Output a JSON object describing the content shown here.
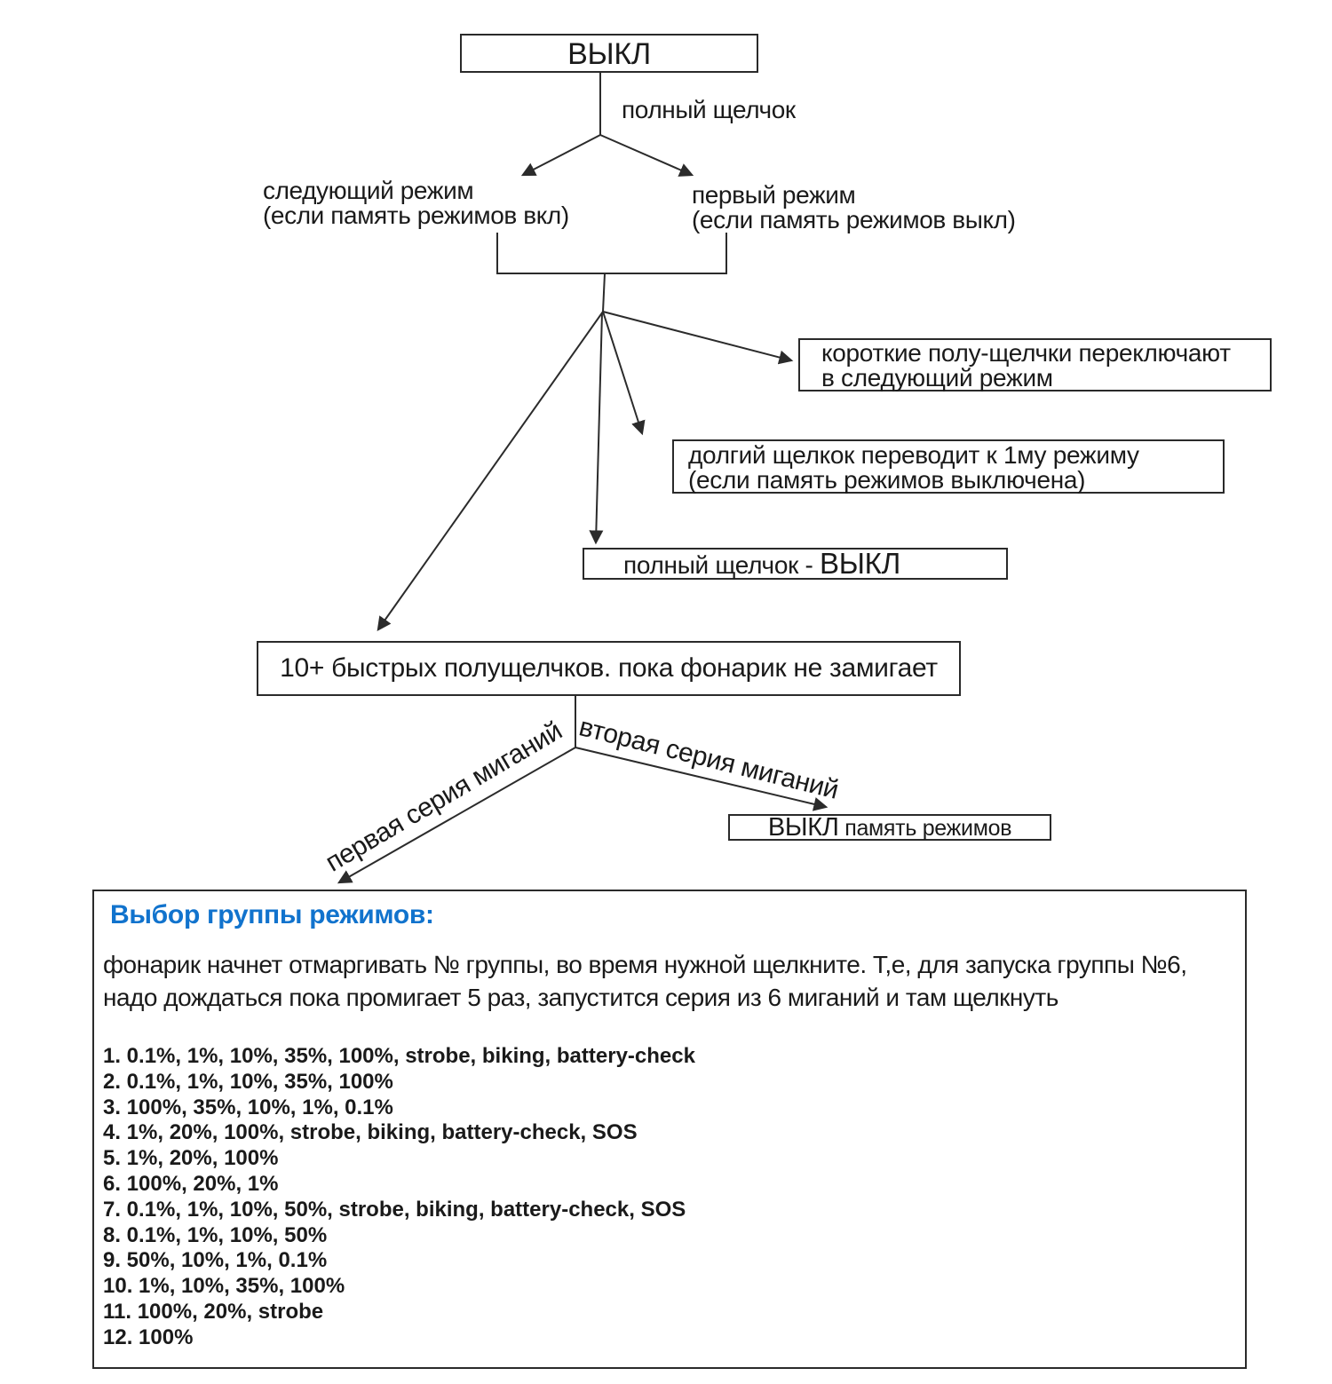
{
  "colors": {
    "line": "#2b2b2b",
    "text": "#1a1a1a",
    "accent_blue": "#1173cd"
  },
  "flowchart": {
    "off_box": "ВЫКЛ",
    "full_click_label": "полный щелчок",
    "next_mode_line1": "следующий режим",
    "next_mode_line2": "(если память режимов вкл)",
    "first_mode_line1": "первый режим",
    "first_mode_line2": "(если память режимов выкл)",
    "short_clicks_line1": "короткие полу-щелчки переключают",
    "short_clicks_line2": "в следующий режим",
    "long_click_line1": "долгий щелкок переводит к 1му режиму",
    "long_click_line2": "(если память режимов выключена)",
    "full_click_off_prefix": "полный щелчок - ",
    "full_click_off_strong": "ВЫКЛ",
    "rapid_clicks_box": "10+ быстрых полущелчков. пока фонарик не замигает",
    "first_series_label": "первая серия миганий",
    "second_series_label": "вторая серия миганий",
    "memory_off_strong": "ВЫКЛ",
    "memory_off_rest": " память режимов"
  },
  "group_box": {
    "title": "Выбор группы режимов:",
    "description_line1": "фонарик начнет отмаргивать № группы, во время нужной щелкните. Т,е, для запуска группы №6,",
    "description_line2": "надо дождаться пока промигает 5 раз, запустится серия из 6 миганий и там щелкнуть",
    "groups": [
      "1. 0.1%, 1%, 10%, 35%, 100%, strobe, biking, battery-check",
      "2. 0.1%, 1%, 10%, 35%, 100%",
      "3. 100%, 35%, 10%, 1%, 0.1%",
      "4. 1%, 20%, 100%, strobe, biking, battery-check, SOS",
      "5. 1%, 20%, 100%",
      "6. 100%, 20%, 1%",
      "7. 0.1%, 1%, 10%, 50%, strobe, biking, battery-check, SOS",
      "8. 0.1%, 1%, 10%, 50%",
      "9. 50%, 10%, 1%, 0.1%",
      "10. 1%, 10%, 35%, 100%",
      "11. 100%, 20%, strobe",
      "12. 100%"
    ]
  }
}
